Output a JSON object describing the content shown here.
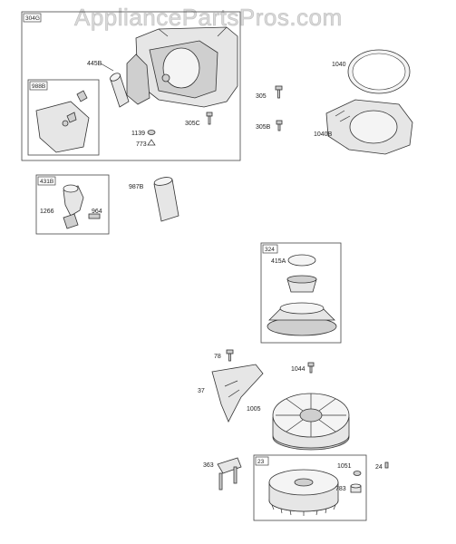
{
  "watermark": "AppliancePartsPros.com",
  "groups": {
    "g304G": "304G",
    "g988B": "988B",
    "g431B": "431B",
    "g324": "324",
    "g23": "23"
  },
  "labels": {
    "p445B": "445B",
    "p1040": "1040",
    "p305": "305",
    "p305B": "305B",
    "p1040B": "1040B",
    "p1139": "1139",
    "p305C": "305C",
    "p773": "773",
    "p987B": "987B",
    "p1266": "1266",
    "p964": "964",
    "p415A": "415A",
    "p78": "78",
    "p1044": "1044",
    "p37": "37",
    "p1005": "1005",
    "p363": "363",
    "p1051": "1051",
    "p24": "24",
    "p783": "783"
  }
}
